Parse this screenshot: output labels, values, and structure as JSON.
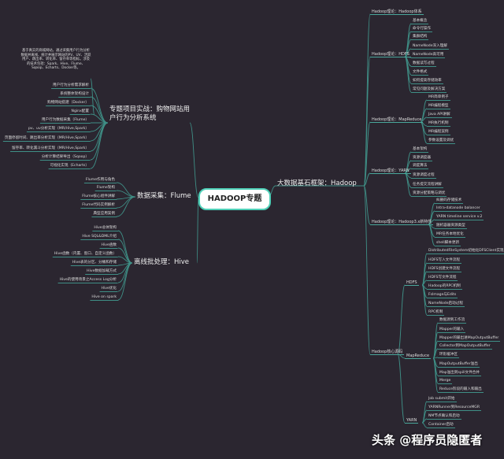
{
  "root": "HADOOP专题",
  "right": {
    "label": "大数据基石框架：Hadoop",
    "sections": [
      {
        "label": "Hadoop理论：Hadoop体系",
        "children": []
      },
      {
        "label": "Hadoop理论：HDFS",
        "children": [
          "基本概念",
          "命令行操作",
          "集群结构",
          "NameNode深入理解",
          "NameNode高可用",
          "数据读写过程",
          "文件格式",
          "如何提高存储效率",
          "常见问题及解决方案"
        ]
      },
      {
        "label": "Hadoop理论：MapReduce",
        "children": [
          "MR简单例子",
          "MR编程模型",
          "Java API讲解",
          "MR执行机制",
          "MR编程案例",
          "参数设置及调优"
        ]
      },
      {
        "label": "Hadoop理论：YARN",
        "children": [
          "基本架构",
          "资源调度器",
          "调度算法",
          "资源调度过程",
          "任务提交流程讲解",
          "资源分配策略与调优"
        ]
      },
      {
        "label": "Hadoop理论：Hadoop3.x新特性",
        "children": [
          "纠删码存储技术",
          "Intra-datanode balancer",
          "YARN timeline service v.2",
          "随机容器资源类型",
          "MR任务本地优化",
          "shell脚本更新"
        ]
      },
      {
        "label": "Hadoop核心源码",
        "subs": [
          {
            "label": "HDFS",
            "children": [
              "DistributedFileSystem初始化DFSClient实现",
              "HDFS写入文件流程",
              "HDFS创建文件流程",
              "HDFS写文件流程",
              "Hadoop的RPC机制",
              "FsImage与Edits",
              "NameNode启动过程",
              "RPC机制"
            ]
          },
          {
            "label": "MapReduce",
            "children": [
              "数据源到工作流",
              "Mapper的输入",
              "Mapper的输出进MapOutputBuffer",
              "Collector到MapOutputBuffer",
              "环形缓冲区",
              "MapOutputBuffer溢出",
              "Map溢出到spill文件合并",
              "Merge",
              "Reduce阶段的输入和输出"
            ]
          },
          {
            "label": "YARN",
            "children": [
              "Job submit开始",
              "YARNRunner到ResourceMGR",
              "NM节点确认和启动",
              "Container启动"
            ]
          }
        ]
      }
    ]
  },
  "left": [
    {
      "label": "专题项目实战：购物网站用户行为分析系统",
      "description": "基于真实的商城网站，通过采集用户行为分析数据并离线、统计并展示网站的PV、UV、活跃用户、跳出率、转化率、留存率等指标。涉及的技术包括：Spark、Hive、Flume、Sqoop、Echarts、Docker等。",
      "children": [
        "用户行为分析需求解析",
        "系统整体架构设计",
        "购物网站搭建（Docker）",
        "Nginx配置",
        "用户行为数据采集（Flume）",
        "pv、uv分析实现（MR/Hive,Spark）",
        "页面停留时间、跳出率分析实现（MR/Hive,Spark）",
        "留存率、转化漏斗分析实现（MR/Hive,Spark）",
        "分析计算结果导出（Sqoop）",
        "可视化实现（Echarts）"
      ]
    },
    {
      "label": "数据采集：Flume",
      "children": [
        "Flume作用与角色",
        "Flume架构",
        "Flume核心组件讲解",
        "Flume代码实例解析",
        "典型应用案例"
      ]
    },
    {
      "label": "离线批处理：Hive",
      "children": [
        "Hive总体架构",
        "Hive SQL&DML介绍",
        "Hive函数",
        "Hive函数（内置、窗口、自定义函数）",
        "Hive表的分区、分桶和存储",
        "Hive数据加载方式",
        "Hive的使用场景之Access Log分析",
        "Hive优化",
        "Hive on spark"
      ]
    }
  ],
  "watermark": "头条 @程序员隐匿者",
  "colors": {
    "background": "#2b2630",
    "line": "#3f8f86",
    "root_border": "#4fd0b8"
  }
}
